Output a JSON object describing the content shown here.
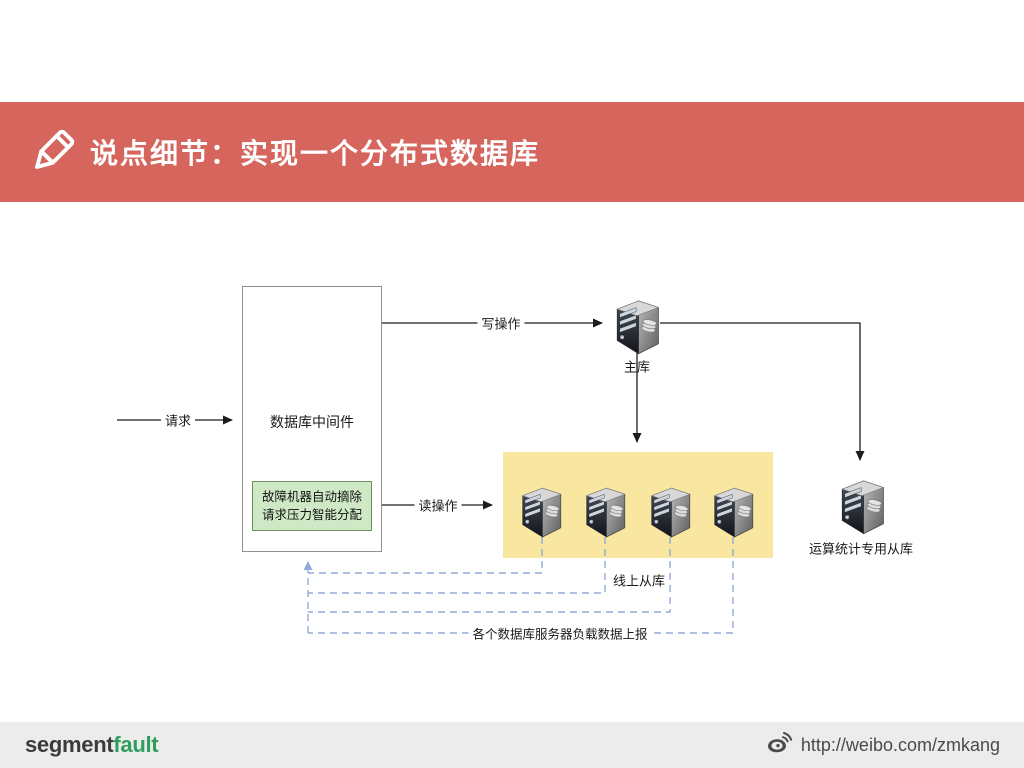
{
  "colors": {
    "header_bg": "#D5655D",
    "header_text": "#FFFFFF",
    "footer_bg": "#ECECEC",
    "logo_segment_color": "#3B3B3B",
    "logo_fault_color": "#2E9E5F",
    "footer_text_color": "#4A4A4A",
    "diagram_line": "#1C1C1C",
    "dashed_line": "#93ABD9",
    "green_box_bg": "#CFE9C6",
    "green_box_border": "#6E8F5E",
    "yellow_group_bg": "#F8E6A1",
    "box_border": "#8F8F8F"
  },
  "header": {
    "icon": "pencil-icon",
    "title": "说点细节：实现一个分布式数据库"
  },
  "diagram": {
    "middleware_box": {
      "label": "数据库中间件",
      "feature_line1": "故障机器自动摘除",
      "feature_line2": "请求压力智能分配"
    },
    "labels": {
      "request": "请求",
      "write_op": "写操作",
      "read_op": "读操作",
      "master_db": "主库",
      "online_slaves": "线上从库",
      "stats_slave": "运算统计专用从库",
      "load_report": "各个数据库服务器负载数据上报"
    },
    "online_slave_server_count": 4
  },
  "footer": {
    "logo_part1": "segment",
    "logo_part2": "fault",
    "weibo_icon": "weibo-icon",
    "weibo_url": "http://weibo.com/zmkang"
  }
}
